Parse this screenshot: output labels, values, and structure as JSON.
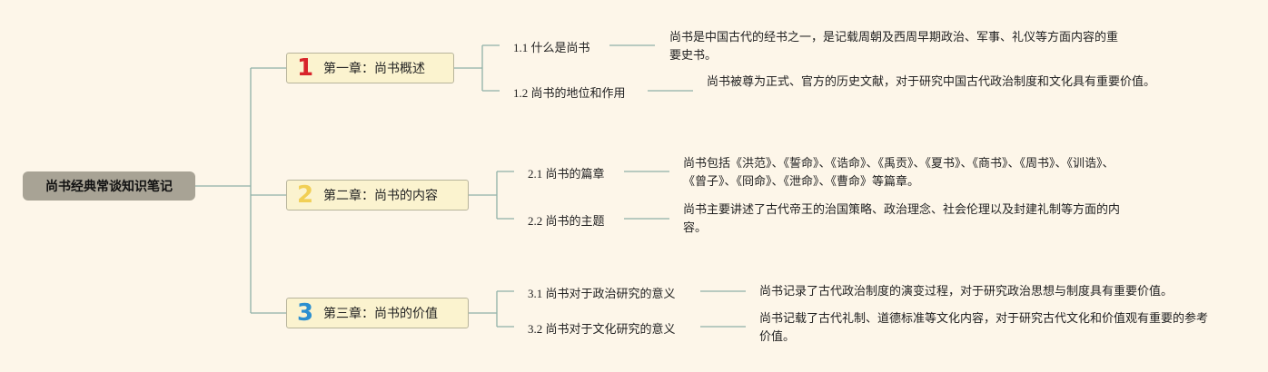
{
  "root": {
    "label": "尚书经典常谈知识笔记"
  },
  "chapters": [
    {
      "num": "1",
      "color": "#d8242a",
      "title": "第一章：尚书概述",
      "sections": [
        {
          "label": "1.1 什么是尚书",
          "desc": "尚书是中国古代的经书之一，是记载周朝及西周早期政治、军事、礼仪等方面内容的重要史书。"
        },
        {
          "label": "1.2 尚书的地位和作用",
          "desc": "尚书被尊为正式、官方的历史文献，对于研究中国古代政治制度和文化具有重要价值。"
        }
      ]
    },
    {
      "num": "2",
      "color": "#f1cf55",
      "title": "第二章：尚书的内容",
      "sections": [
        {
          "label": "2.1 尚书的篇章",
          "desc": "尚书包括《洪范》、《誓命》、《诰命》、《禹贡》、《夏书》、《商书》、《周书》、《训诰》、《曾子》、《冏命》、《泄命》、《曹命》等篇章。"
        },
        {
          "label": "2.2 尚书的主题",
          "desc": "尚书主要讲述了古代帝王的治国策略、政治理念、社会伦理以及封建礼制等方面的内容。"
        }
      ]
    },
    {
      "num": "3",
      "color": "#2c8fd0",
      "title": "第三章：尚书的价值",
      "sections": [
        {
          "label": "3.1 尚书对于政治研究的意义",
          "desc": "尚书记录了古代政治制度的演变过程，对于研究政治思想与制度具有重要价值。"
        },
        {
          "label": "3.2 尚书对于文化研究的意义",
          "desc": "尚书记载了古代礼制、道德标准等文化内容，对于研究古代文化和价值观有重要的参考价值。"
        }
      ]
    }
  ]
}
